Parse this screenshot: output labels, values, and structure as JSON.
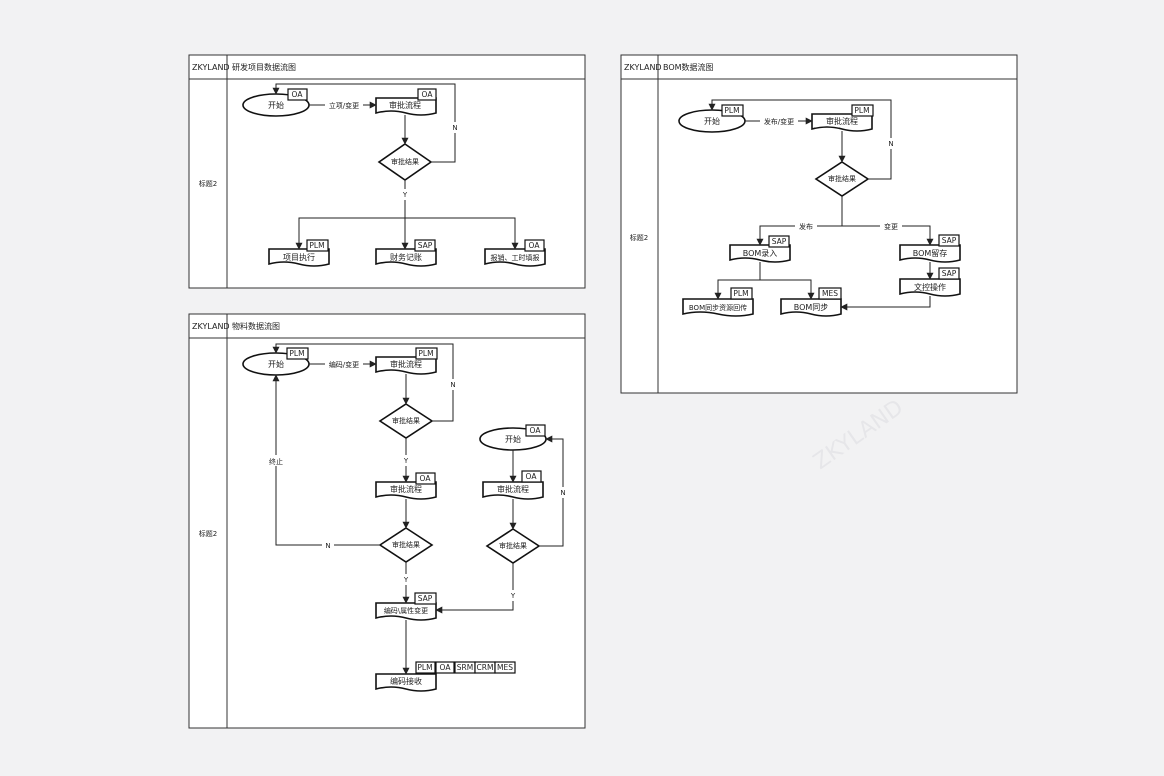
{
  "panels": {
    "rd": {
      "brand": "ZKYLAND",
      "title": "研发项目数据流图",
      "lane": "标题2",
      "nodes": {
        "start": {
          "label": "开始",
          "tag": "OA"
        },
        "approve": {
          "label": "审批流程",
          "tag": "OA"
        },
        "decision": {
          "label": "审批结果"
        },
        "exec": {
          "label": "项目执行",
          "tag": "PLM"
        },
        "finance": {
          "label": "财务记账",
          "tag": "SAP"
        },
        "report": {
          "label": "报销、工时填报",
          "tag": "OA"
        }
      },
      "edges": {
        "start_approve": "立项/变更",
        "no": "N",
        "yes": "Y"
      }
    },
    "bom": {
      "brand": "ZKYLAND",
      "title": "BOM数据流图",
      "lane": "标题2",
      "nodes": {
        "start": {
          "label": "开始",
          "tag": "PLM"
        },
        "approve": {
          "label": "审批流程",
          "tag": "PLM"
        },
        "decision": {
          "label": "审批结果"
        },
        "entry": {
          "label": "BOM录入",
          "tag": "SAP"
        },
        "keep": {
          "label": "BOM留存",
          "tag": "SAP"
        },
        "doc": {
          "label": "文控操作",
          "tag": "SAP"
        },
        "sync_plm": {
          "label": "BOM同步资源回传",
          "tag": "PLM"
        },
        "sync_mes": {
          "label": "BOM同步",
          "tag": "MES"
        }
      },
      "edges": {
        "start_approve": "发布/变更",
        "no": "N",
        "publish": "发布",
        "change": "变更"
      }
    },
    "material": {
      "brand": "ZKYLAND",
      "title": "物料数据流图",
      "lane": "标题2",
      "nodes": {
        "start": {
          "label": "开始",
          "tag": "PLM"
        },
        "approve": {
          "label": "审批流程",
          "tag": "PLM"
        },
        "decision": {
          "label": "审批结果"
        },
        "approve2": {
          "label": "审批流程",
          "tag": "OA"
        },
        "decision2": {
          "label": "审批结果"
        },
        "change": {
          "label": "编码\\属性变更",
          "tag": "SAP"
        },
        "receive": {
          "label": "编码接收",
          "tags": [
            "PLM",
            "OA",
            "SRM",
            "CRM",
            "MES"
          ]
        },
        "oa_start": {
          "label": "开始",
          "tag": "OA"
        },
        "oa_approve": {
          "label": "审批流程",
          "tag": "OA"
        },
        "oa_decision": {
          "label": "审批结果"
        }
      },
      "edges": {
        "start_approve": "编码/变更",
        "no": "N",
        "yes": "Y",
        "stop": "终止",
        "no2": "N",
        "yes2": "Y",
        "oa_no": "N",
        "oa_yes": "Y"
      }
    }
  },
  "watermark": "ZKYLAND"
}
